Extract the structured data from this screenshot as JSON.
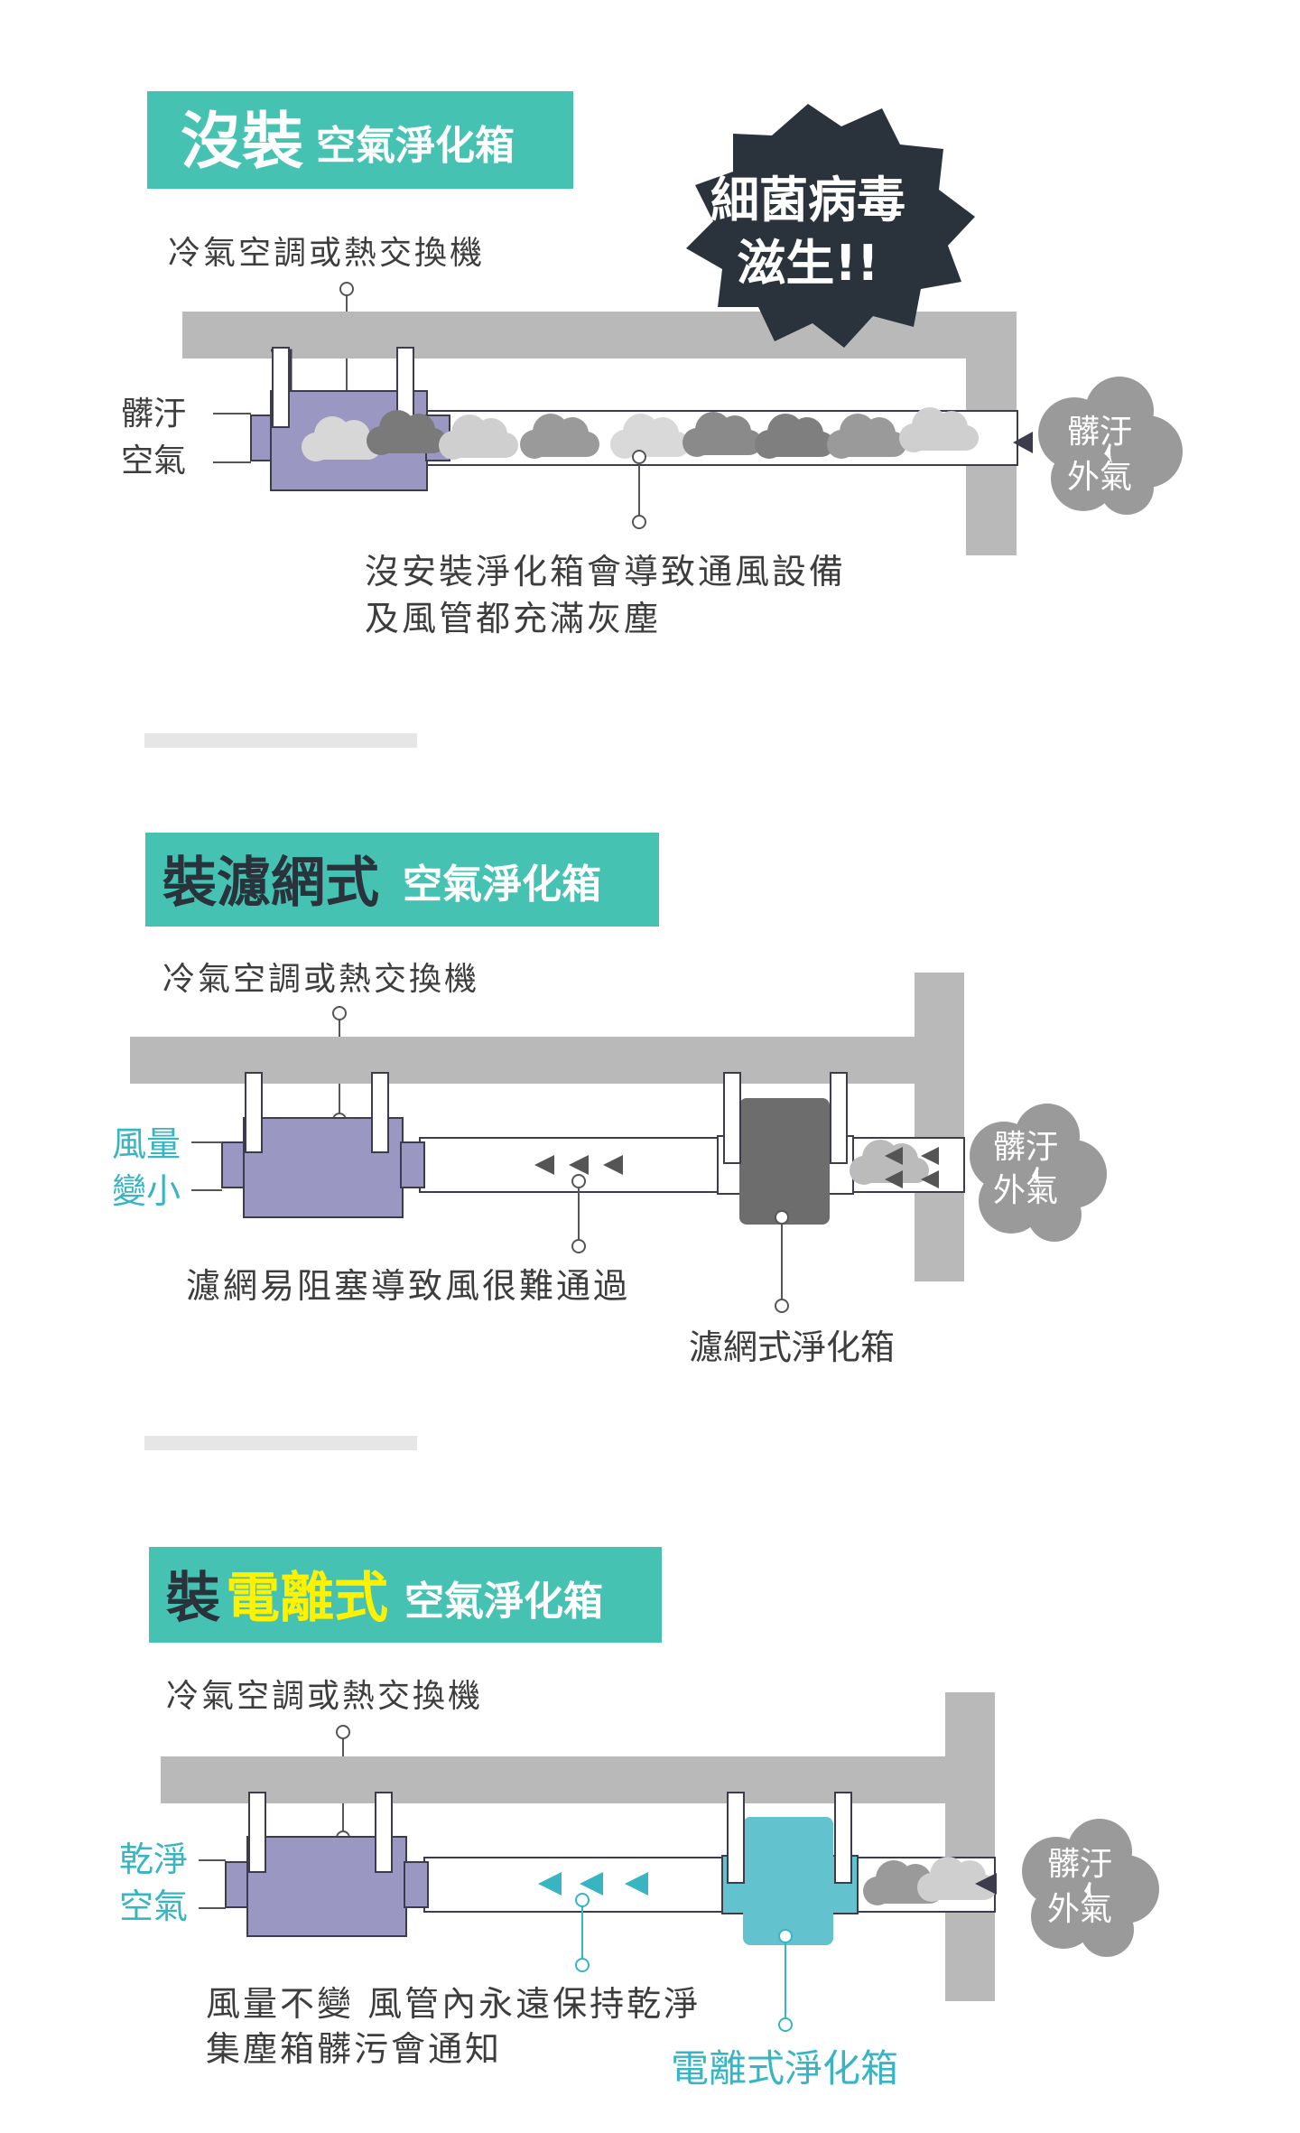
{
  "colors": {
    "teal_banner": "#46c2b2",
    "duct_gray": "#b9b9b9",
    "unit_purple": "#9a98c3",
    "unit_outline": "#3c3c4c",
    "dark_gray_box": "#6d6d6d",
    "cyan_box": "#62c3ce",
    "accent_cyan": "#37b5c2",
    "yellow": "#fff200",
    "starburst": "#2a333b",
    "cloud_gray": "#9a9a9a",
    "text_gray": "#3d3d3d"
  },
  "section1": {
    "title_main": "沒裝",
    "title_sub": "空氣淨化箱",
    "ac_label": "冷氣空調或熱交換機",
    "left_label_1": "髒汙",
    "left_label_2": "空氣",
    "right_label_1": "髒汙",
    "right_label_2": "外氣",
    "starburst_1": "細菌病毒",
    "starburst_2": "滋生!!",
    "note_1": "沒安裝淨化箱會導致通風設備",
    "note_2": "及風管都充滿灰塵"
  },
  "section2": {
    "title_main": "裝濾網式",
    "title_sub": "空氣淨化箱",
    "ac_label": "冷氣空調或熱交換機",
    "left_label_1": "風量",
    "left_label_2": "變小",
    "right_label_1": "髒汙",
    "right_label_2": "外氣",
    "note": "濾網易阻塞導致風很難通過",
    "box_label": "濾網式淨化箱"
  },
  "section3": {
    "title_pre": "裝",
    "title_highlight": "電離式",
    "title_sub": "空氣淨化箱",
    "ac_label": "冷氣空調或熱交換機",
    "left_label_1": "乾淨",
    "left_label_2": "空氣",
    "right_label_1": "髒汙",
    "right_label_2": "外氣",
    "note_1": "風量不變 風管內永遠保持乾淨",
    "note_2": "集塵箱髒污會通知",
    "box_label": "電離式淨化箱"
  }
}
